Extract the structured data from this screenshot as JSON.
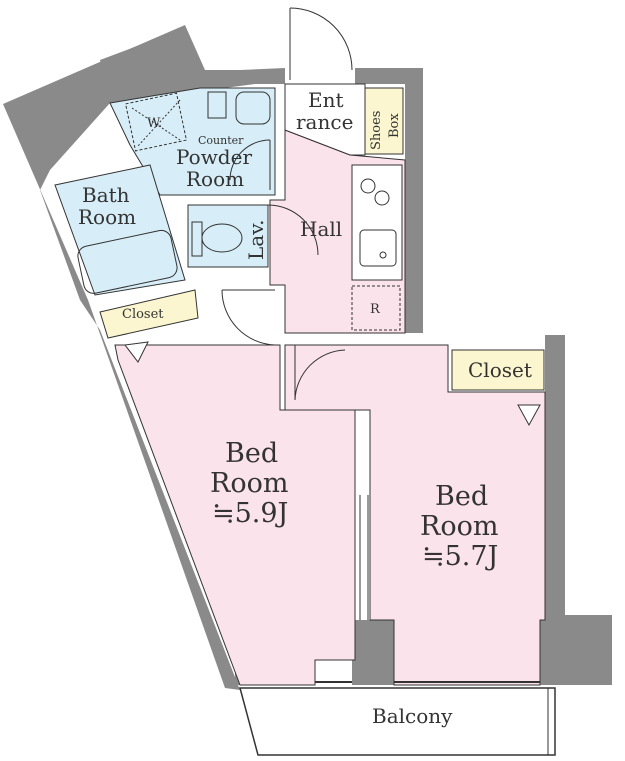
{
  "colors": {
    "wall": "#8a8a8a",
    "pink": "#fbe3ec",
    "blue": "#d7edf7",
    "yellow": "#fbf6cf",
    "line": "#333333"
  },
  "rooms": {
    "entrance": {
      "line1": "Ent",
      "line2": "rance"
    },
    "shoes_box": {
      "line1": "Shoes",
      "line2": "Box"
    },
    "washer": "W.",
    "counter": "Counter",
    "powder_room": {
      "line1": "Powder",
      "line2": "Room"
    },
    "bath_room": {
      "line1": "Bath",
      "line2": "Room"
    },
    "lavatory": "Lav.",
    "hall": "Hall",
    "refrigerator": "R",
    "closet_left": "Closet",
    "closet_right": "Closet",
    "bed_room_left": {
      "line1": "Bed",
      "line2": "Room",
      "size": "≒5.9J"
    },
    "bed_room_right": {
      "line1": "Bed",
      "line2": "Room",
      "size": "≒5.7J"
    },
    "balcony": "Balcony"
  }
}
